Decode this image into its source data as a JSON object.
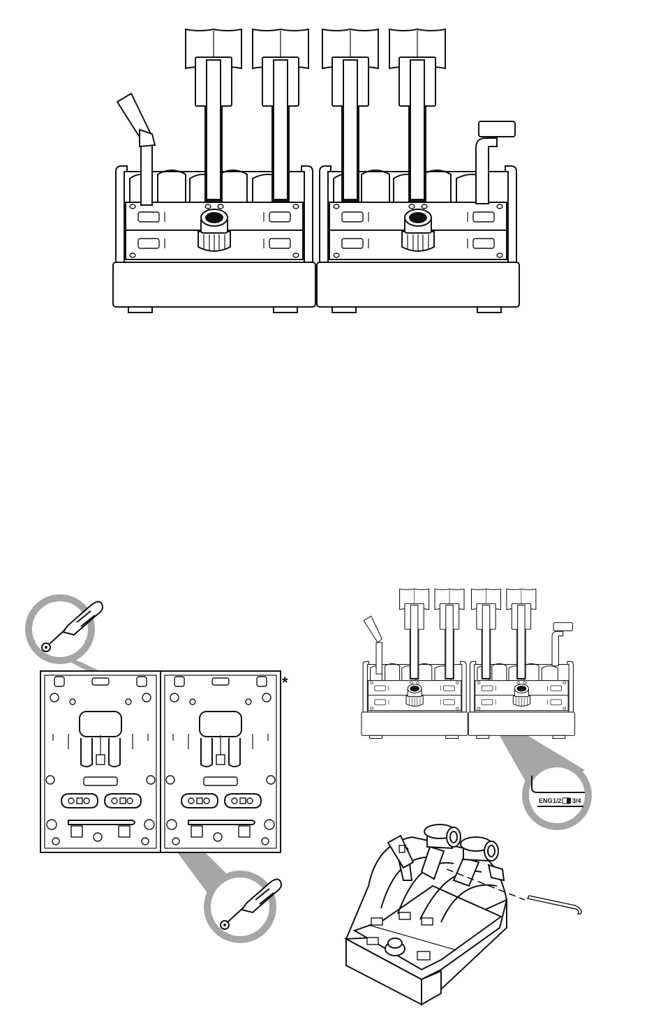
{
  "asterisk_note": "*",
  "engine_switch": {
    "prefix": "ENG",
    "option_a": "1/2",
    "option_b": "3/4"
  },
  "colors": {
    "line": "#111111",
    "magnifier": "#a6a6a6",
    "background": "#ffffff"
  },
  "icons": [
    "screwdriver-icon",
    "hex-key-icon",
    "engine-switch-icon"
  ]
}
